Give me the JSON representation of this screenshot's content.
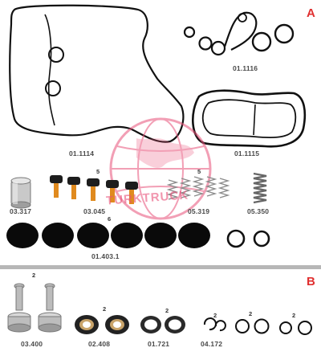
{
  "sections": [
    {
      "letter": "A"
    },
    {
      "letter": "B"
    }
  ],
  "parts": [
    {
      "code": "01.1116"
    },
    {
      "code": "01.1114"
    },
    {
      "code": "01.1115"
    },
    {
      "code": "03.317"
    },
    {
      "code": "03.045",
      "qty": "5"
    },
    {
      "code": "05.319",
      "qty": "5"
    },
    {
      "code": "05.350"
    },
    {
      "code": "01.403.1",
      "qty": "6"
    },
    {
      "code": "03.400",
      "qty": "2"
    },
    {
      "code": "02.408",
      "qty": "2"
    },
    {
      "code": "01.721",
      "qty": "2"
    },
    {
      "code": "04.172",
      "qty": "2"
    },
    {
      "code": "",
      "qty": "2"
    },
    {
      "code": "",
      "qty": "2"
    }
  ],
  "watermark": {
    "text": "TURKTRUCK",
    "color": "#e8517a"
  },
  "colors": {
    "accent": "#e03030",
    "divider": "#b7b7b7",
    "gasket": "#111111"
  }
}
